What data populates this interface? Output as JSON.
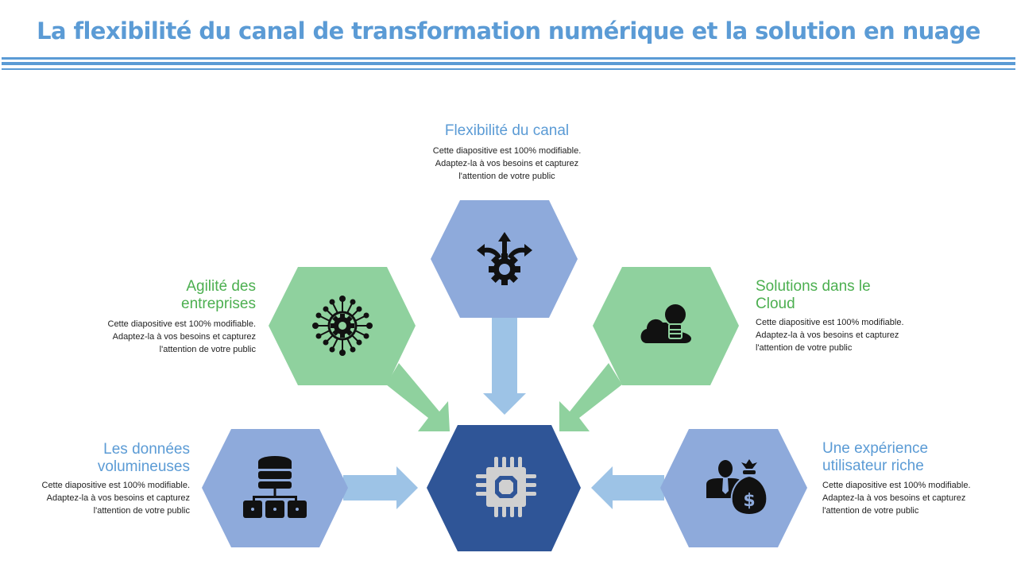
{
  "title": "La flexibilité du canal de transformation numérique et la solution en nuage",
  "colors": {
    "accent": "#5b9bd5",
    "hex_blue_light": "#8eaadb",
    "hex_green": "#8fd19e",
    "hex_center": "#2f5597",
    "arrow_blue": "#9dc3e6",
    "arrow_green": "#8fd19e",
    "heading_green": "#4caf50"
  },
  "center": {
    "icon": "cpu-chip-icon"
  },
  "items": [
    {
      "id": "flexibilite",
      "heading": "Flexibilité du canal",
      "desc": [
        "Cette  diapositive est 100% modifiable.",
        "Adaptez-la à vos besoins et capturez",
        "l'attention de votre public"
      ],
      "icon": "gear-arrows-icon"
    },
    {
      "id": "agilite",
      "heading": "Agilité des entreprises",
      "heading_lines": [
        "Agilité des",
        "entreprises"
      ],
      "desc": [
        "Cette  diapositive est 100% modifiable.",
        "Adaptez-la à vos besoins et capturez",
        "l'attention de votre public"
      ],
      "icon": "gear-network-icon"
    },
    {
      "id": "cloud",
      "heading": "Solutions dans le Cloud",
      "heading_lines": [
        "Solutions dans le",
        "Cloud"
      ],
      "desc": [
        "Cette  diapositive est 100% modifiable.",
        "Adaptez-la à vos besoins et capturez",
        "l'attention de votre public"
      ],
      "icon": "cloud-lightbulb-icon"
    },
    {
      "id": "donnees",
      "heading": "Les données volumineuses",
      "heading_lines": [
        "Les données",
        "volumineuses"
      ],
      "desc": [
        "Cette  diapositive est 100% modifiable.",
        "Adaptez-la à vos besoins et capturez",
        "l'attention de votre public"
      ],
      "icon": "database-network-icon"
    },
    {
      "id": "experience",
      "heading": "Une expérience utilisateur riche",
      "heading_lines": [
        "Une expérience",
        "utilisateur riche"
      ],
      "desc": [
        "Cette  diapositive est 100% modifiable.",
        "Adaptez-la à vos besoins et capturez",
        "l'attention de votre public"
      ],
      "icon": "user-money-bag-icon"
    }
  ]
}
